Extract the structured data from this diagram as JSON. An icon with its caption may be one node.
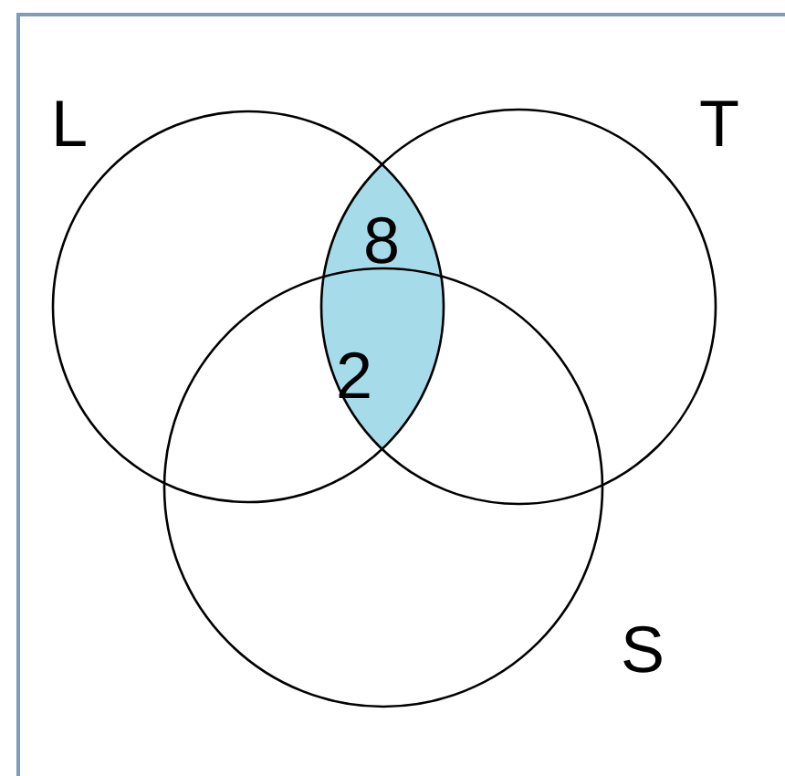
{
  "diagram": {
    "nodes": [
      {
        "text": [
          "L"
        ]
      },
      {
        "text": [
          "T"
        ]
      },
      {
        "text": [
          "S"
        ]
      }
    ],
    "labels": [
      "8",
      "2"
    ]
  }
}
